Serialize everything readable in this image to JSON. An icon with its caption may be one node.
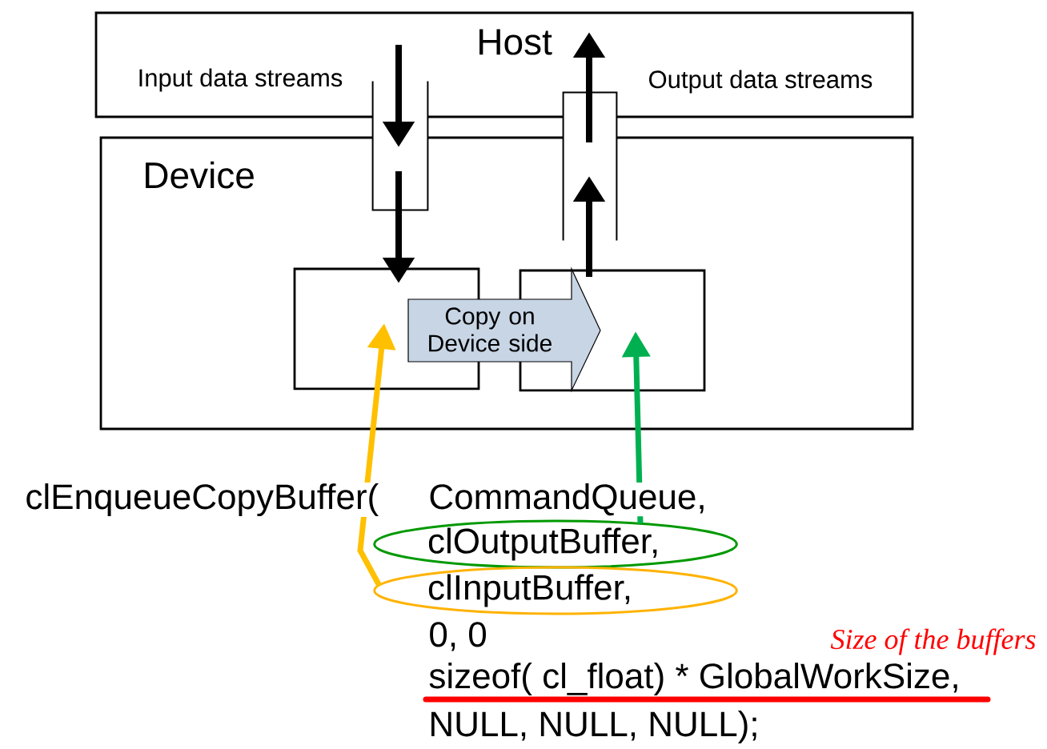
{
  "diagram": {
    "nodes": [
      {
        "text": [
          "Host"
        ]
      },
      {
        "text": [
          "Device"
        ]
      },
      {
        "text": [],
        "shape": "box",
        "in": 1
      },
      {
        "text": [],
        "shape": "box",
        "in": 1
      },
      {
        "text": [],
        "shape": "box"
      },
      {
        "text": [],
        "shape": "box"
      },
      {
        "text": [
          "clOutputBuffer,"
        ]
      },
      {
        "text": [
          "clInputBuffer,"
        ]
      }
    ],
    "edges": [
      {
        "from": 0,
        "to": 4,
        "arrow": "to"
      },
      {
        "from": 4,
        "to": 2,
        "arrow": "to"
      },
      {
        "from": 3,
        "to": 5,
        "arrow": "to"
      },
      {
        "from": 5,
        "to": 0,
        "arrow": "to"
      },
      {
        "from": 7,
        "to": 2,
        "arrow": "to",
        "color": "#ffc000"
      },
      {
        "from": 6,
        "to": 3,
        "arrow": "to",
        "color": "#00b050"
      },
      {
        "from": 2,
        "to": 3,
        "arrow": "to",
        "label": "Copy on Device side"
      }
    ],
    "labels": [
      "Input data streams",
      "Output data streams",
      "clEnqueueCopyBuffer(",
      "CommandQueue,",
      "0, 0",
      "Size of the buffers",
      "sizeof( cl_float) * GlobalWorkSize,",
      "NULL, NULL, NULL);"
    ]
  }
}
